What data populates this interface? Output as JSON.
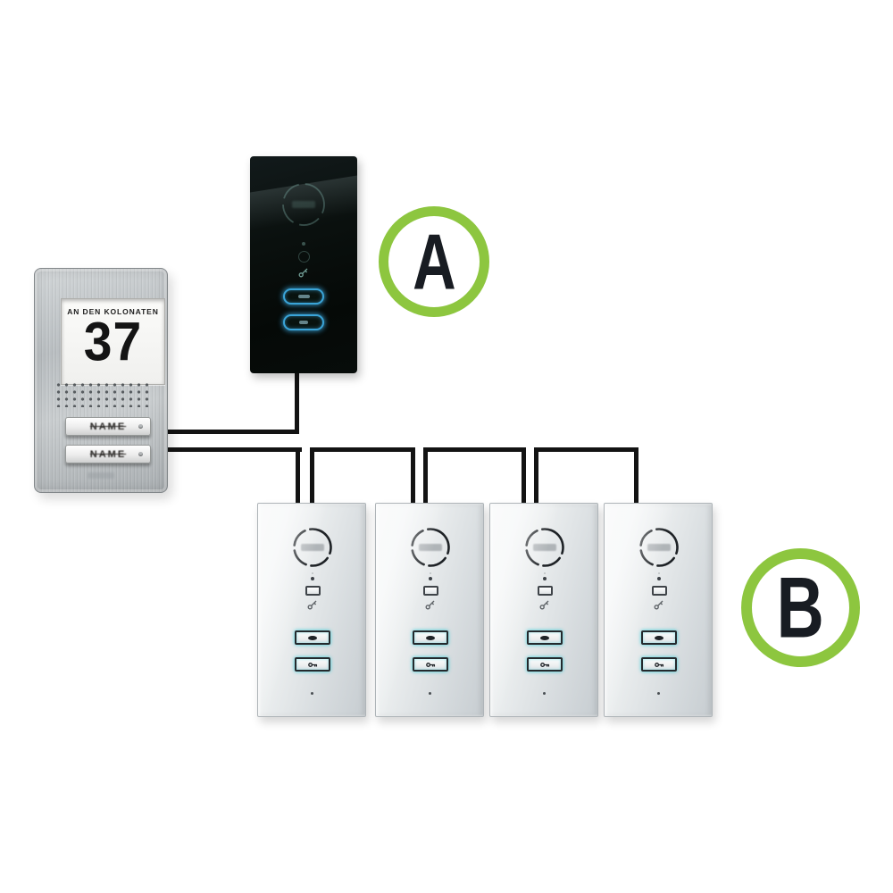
{
  "badges": {
    "ring_color": "#8dc63f",
    "letter_color": "#181c22",
    "a": {
      "label": "A"
    },
    "b": {
      "label": "B"
    }
  },
  "outdoor_station": {
    "body_color": "#bfc4c7",
    "sign": {
      "street": "AN DEN KOLONATEN",
      "number": "37"
    },
    "speaker_grille_icon": "speaker-grille",
    "call_buttons": [
      {
        "label": "NAME",
        "screw_icon": "screw-head"
      },
      {
        "label": "NAME",
        "screw_icon": "screw-head"
      }
    ]
  },
  "indoor_unit_a": {
    "body_color": "#0a100e",
    "glow_color": "#3aa4d8",
    "speaker_ring_icon": "speaker-ring",
    "indicator_icons": [
      "led-dot-icon",
      "status-ring-icon",
      "key-icon"
    ],
    "buttons": [
      {
        "icon": "talk-icon"
      },
      {
        "icon": "door-key-icon"
      }
    ]
  },
  "indoor_units_b": {
    "body_color": "#e4e8ea",
    "count": 4,
    "items": [
      {
        "speaker_ring_icon": "speaker-ring",
        "indicator_icons": [
          "led-dot-icon",
          "door-icon",
          "key-icon"
        ],
        "buttons": [
          {
            "icon": "talk-icon"
          },
          {
            "icon": "door-key-icon"
          }
        ],
        "mic_icon": "mic-hole"
      },
      {
        "speaker_ring_icon": "speaker-ring",
        "indicator_icons": [
          "led-dot-icon",
          "door-icon",
          "key-icon"
        ],
        "buttons": [
          {
            "icon": "talk-icon"
          },
          {
            "icon": "door-key-icon"
          }
        ],
        "mic_icon": "mic-hole"
      },
      {
        "speaker_ring_icon": "speaker-ring",
        "indicator_icons": [
          "led-dot-icon",
          "door-icon",
          "key-icon"
        ],
        "buttons": [
          {
            "icon": "talk-icon"
          },
          {
            "icon": "door-key-icon"
          }
        ],
        "mic_icon": "mic-hole"
      },
      {
        "speaker_ring_icon": "speaker-ring",
        "indicator_icons": [
          "led-dot-icon",
          "door-icon",
          "key-icon"
        ],
        "buttons": [
          {
            "icon": "talk-icon"
          },
          {
            "icon": "door-key-icon"
          }
        ],
        "mic_icon": "mic-hole"
      }
    ]
  },
  "wiring": {
    "color": "#131313"
  }
}
